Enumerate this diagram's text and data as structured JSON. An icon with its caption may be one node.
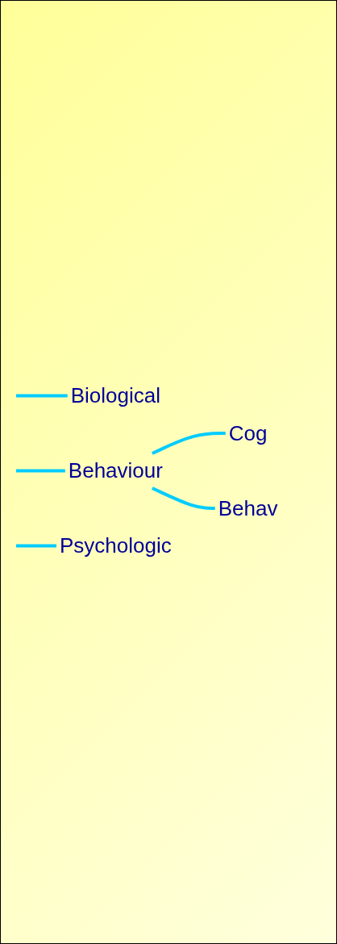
{
  "diagram": {
    "nodes": [
      {
        "text": [
          "Biological"
        ]
      },
      {
        "text": [
          "Cog"
        ]
      },
      {
        "text": [
          "Behaviour"
        ]
      },
      {
        "text": [
          "Behav"
        ]
      },
      {
        "text": [
          "Psychologic"
        ]
      }
    ],
    "edges": [
      {
        "from": null,
        "to": 0,
        "arrow": "none"
      },
      {
        "from": null,
        "to": 2,
        "arrow": "none"
      },
      {
        "from": null,
        "to": 4,
        "arrow": "none"
      },
      {
        "from": 2,
        "to": 1,
        "arrow": "none"
      },
      {
        "from": 2,
        "to": 3,
        "arrow": "none"
      }
    ]
  }
}
